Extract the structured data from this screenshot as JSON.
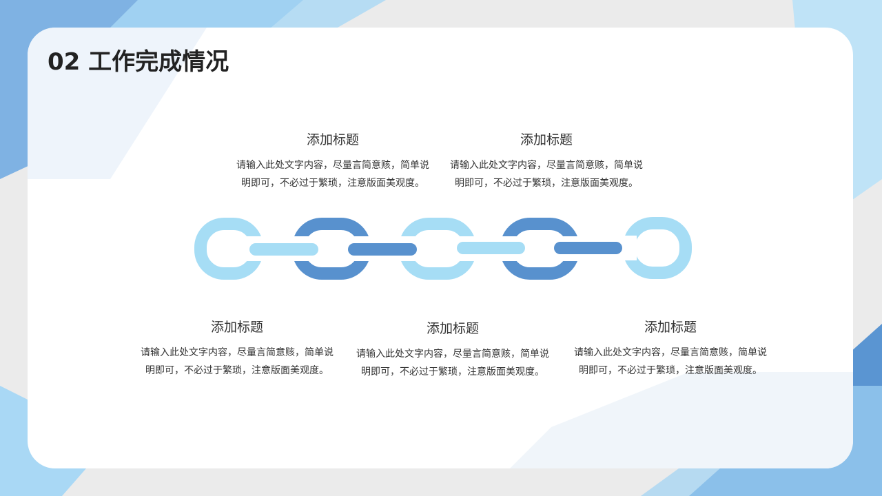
{
  "title": "02 工作完成情况",
  "colors": {
    "light": "#a6ddf5",
    "dark": "#5891ce"
  },
  "items": [
    {
      "heading": "添加标题",
      "body": "请输入此处文字内容，尽量言简意赅，简单说明即可，不必过于繁琐，注意版面美观度。"
    },
    {
      "heading": "添加标题",
      "body": "请输入此处文字内容，尽量言简意赅，简单说明即可，不必过于繁琐，注意版面美观度。"
    },
    {
      "heading": "添加标题",
      "body": "请输入此处文字内容，尽量言简意赅，简单说明即可，不必过于繁琐，注意版面美观度。"
    },
    {
      "heading": "添加标题",
      "body": "请输入此处文字内容，尽量言简意赅，简单说明即可，不必过于繁琐，注意版面美观度。"
    },
    {
      "heading": "添加标题",
      "body": "请输入此处文字内容，尽量言简意赅，简单说明即可，不必过于繁琐，注意版面美观度。"
    }
  ]
}
